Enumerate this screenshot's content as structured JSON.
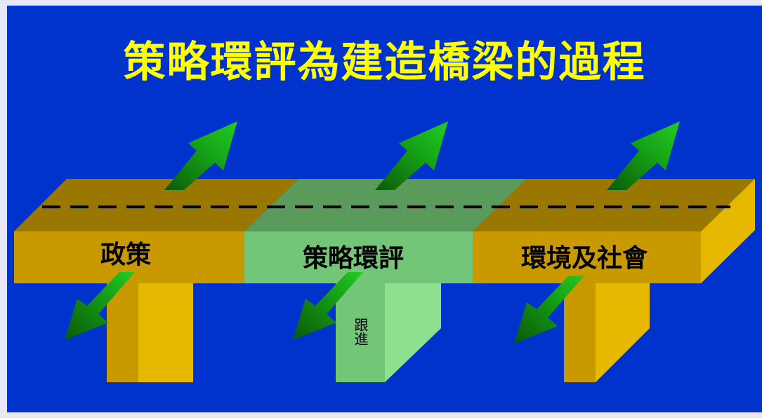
{
  "title": "策略環評為建造橋梁的過程",
  "segments": [
    {
      "label": "政策"
    },
    {
      "label": "策略環評"
    },
    {
      "label": "環境及社會"
    }
  ],
  "pillar_label": "跟進",
  "colors": {
    "background": "#0033cc",
    "title": "#ffff00",
    "gold_front": "#c89a00",
    "gold_top": "#9a7800",
    "gold_side": "#e6b800",
    "green_front": "#73c677",
    "green_top": "#5a9a5a",
    "green_pillar_side": "#8ee08e",
    "arrow_green": "#1aa01a"
  }
}
